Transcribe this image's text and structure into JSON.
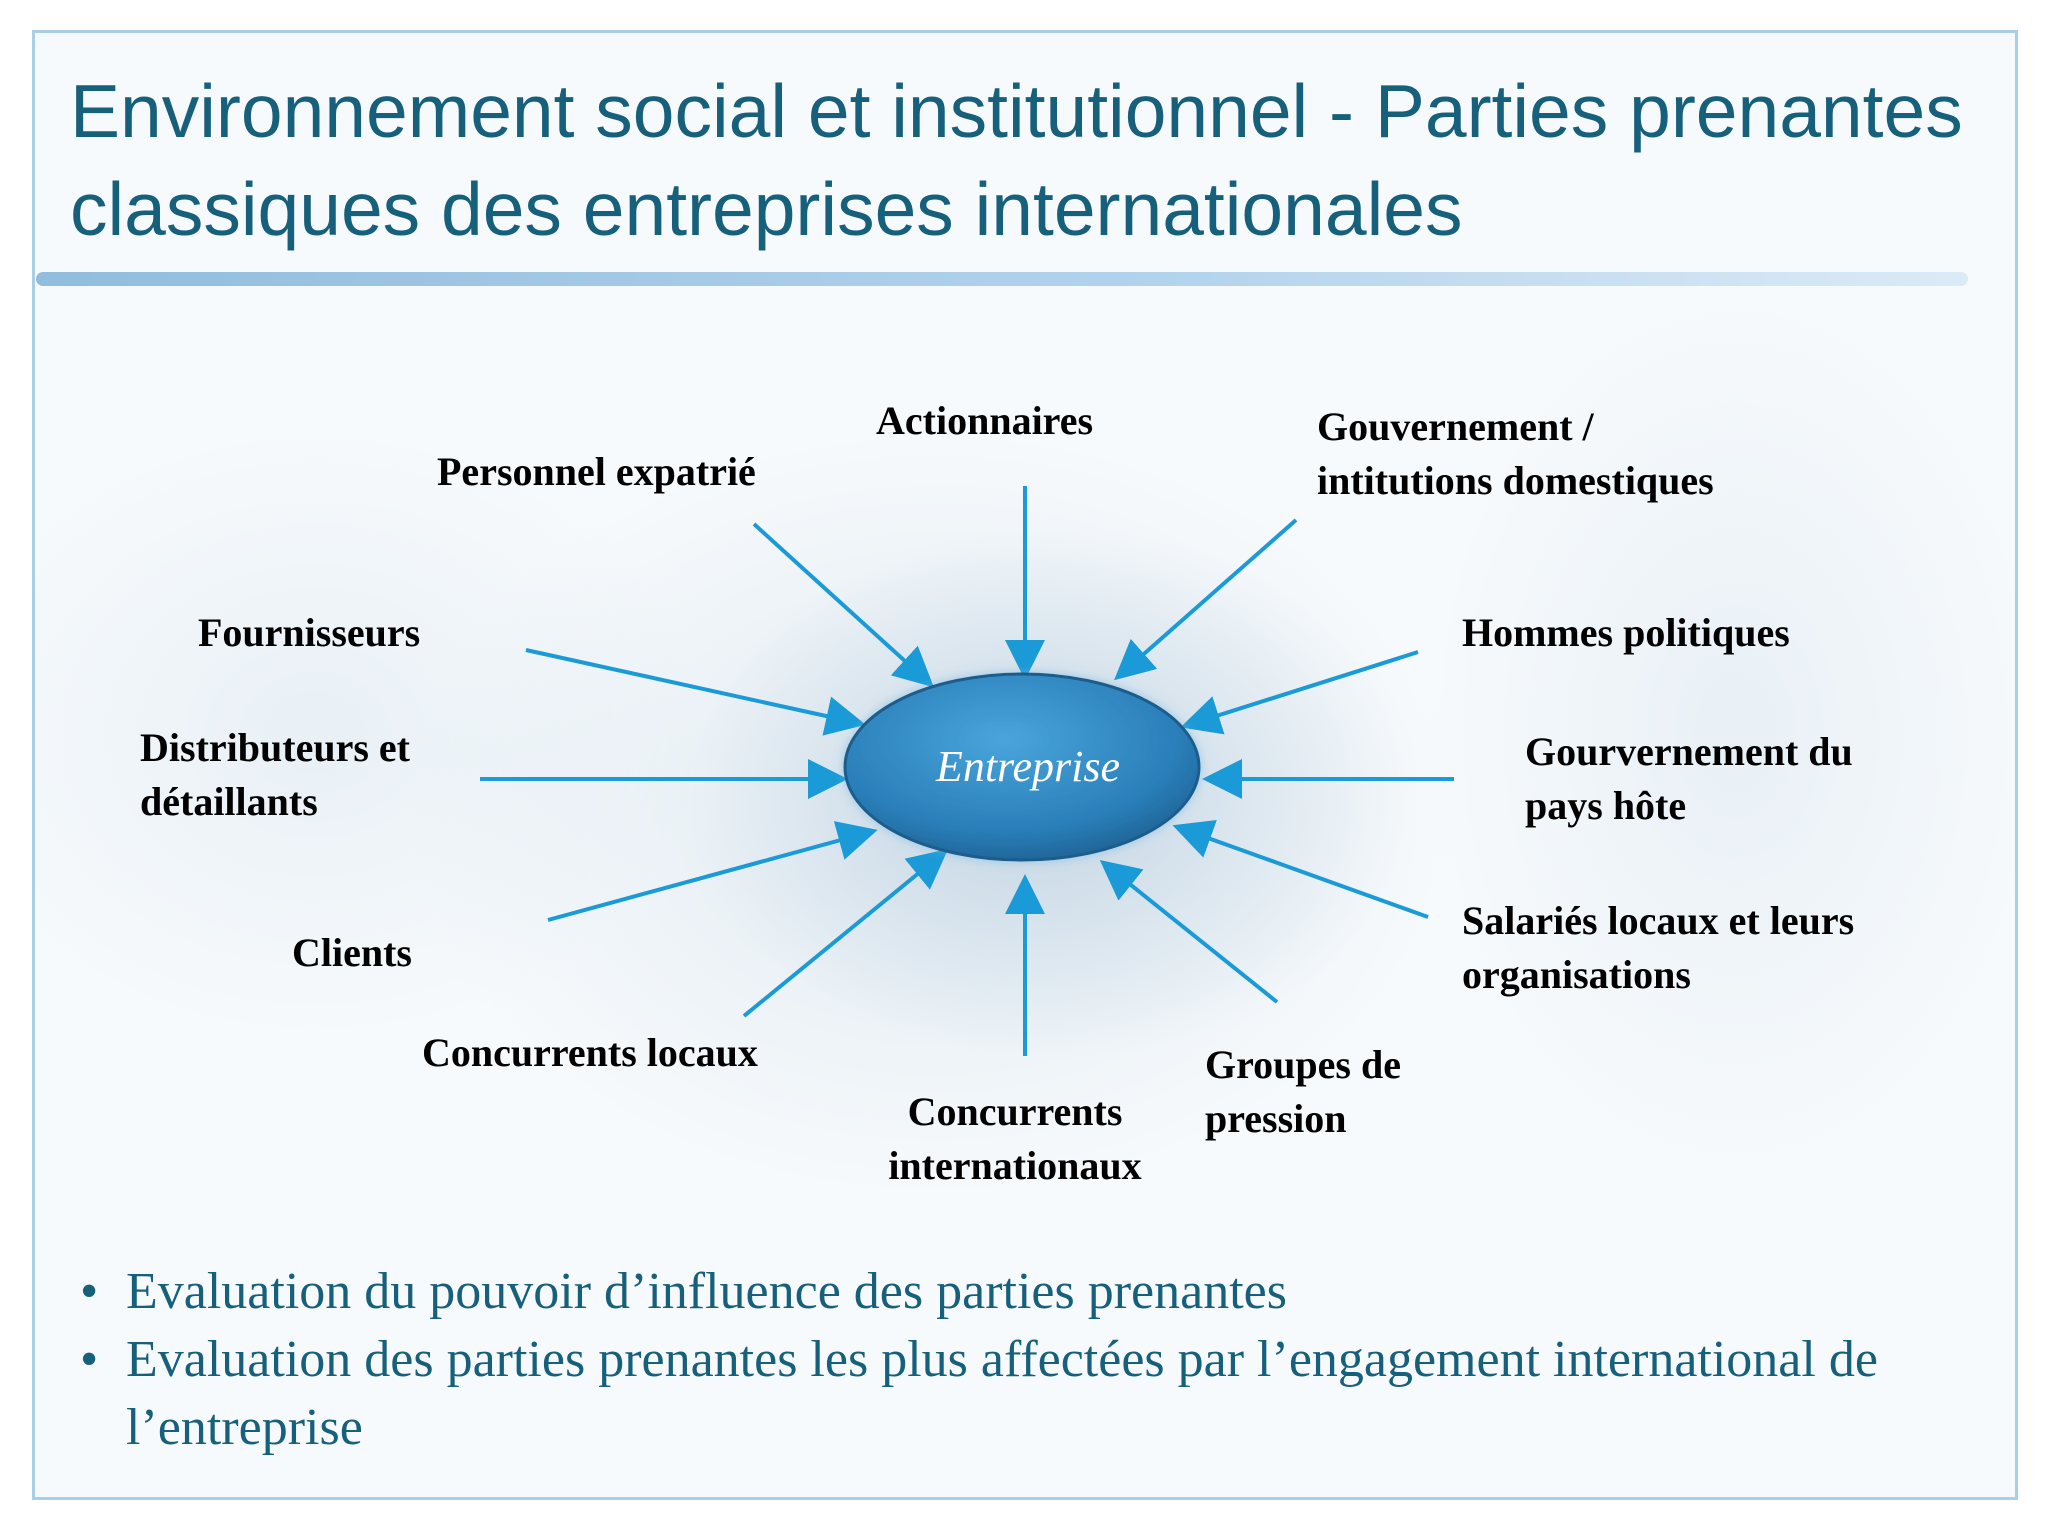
{
  "title": "Environnement social et institutionnel - Parties prenantes classiques des entreprises internationales",
  "center": {
    "label": "Entreprise",
    "color": "#2a7fb9"
  },
  "arrow_color": "#1a9ad6",
  "stakeholders": [
    {
      "id": "actionnaires",
      "lines": [
        "Actionnaires"
      ]
    },
    {
      "id": "personnel-expatrie",
      "lines": [
        "Personnel expatrié"
      ]
    },
    {
      "id": "gouvernement-domestique",
      "lines": [
        "Gouvernement /",
        "intitutions domestiques"
      ]
    },
    {
      "id": "fournisseurs",
      "lines": [
        "Fournisseurs"
      ]
    },
    {
      "id": "hommes-politiques",
      "lines": [
        "Hommes politiques"
      ]
    },
    {
      "id": "distributeurs",
      "lines": [
        "Distributeurs et",
        "détaillants"
      ]
    },
    {
      "id": "gouvernement-hote",
      "lines": [
        "Gourvernement du",
        "pays hôte"
      ]
    },
    {
      "id": "clients",
      "lines": [
        "Clients"
      ]
    },
    {
      "id": "salaries-locaux",
      "lines": [
        "Salariés locaux et leurs",
        "organisations"
      ]
    },
    {
      "id": "concurrents-locaux",
      "lines": [
        "Concurrents locaux"
      ]
    },
    {
      "id": "groupes-pression",
      "lines": [
        "Groupes de",
        "pression"
      ]
    },
    {
      "id": "concurrents-internationaux",
      "lines": [
        "Concurrents",
        "internationaux"
      ]
    }
  ],
  "bullets": [
    "Evaluation du pouvoir d’influence des parties prenantes",
    "Evaluation des parties prenantes les plus affectées par l’engagement international de l’entreprise"
  ]
}
